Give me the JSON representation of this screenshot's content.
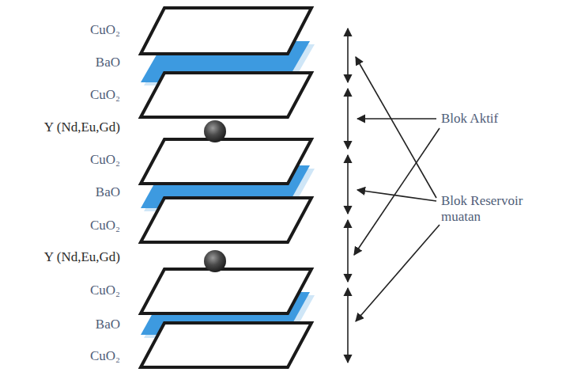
{
  "diagram": {
    "labels": [
      "CuO₂",
      "BaO",
      "CuO₂",
      "Y (Nd,Eu,Gd)",
      "CuO₂",
      "BaO",
      "CuO₂",
      "Y (Nd,Eu,Gd)",
      "CuO₂",
      "BaO",
      "CuO₂",
      "Blok Aktif",
      "Blok Reservoir muatan"
    ]
  }
}
